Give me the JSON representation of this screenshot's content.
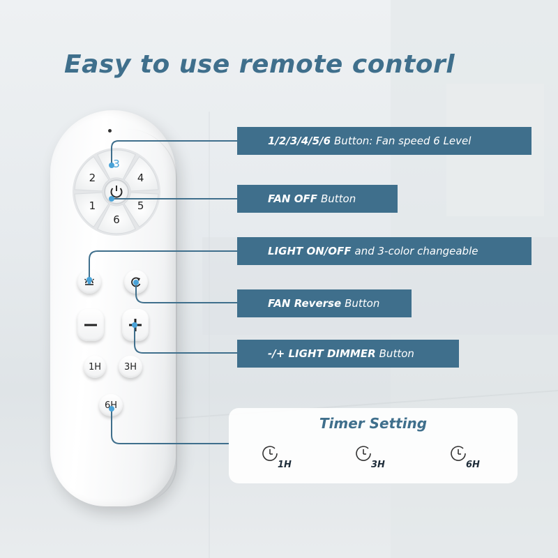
{
  "title": "Easy to use remote contorl",
  "dial": {
    "labels": [
      "3",
      "4",
      "5",
      "6",
      "1",
      "2"
    ],
    "active_label": "3",
    "power_icon": "power-icon"
  },
  "buttons": {
    "light": {
      "icon": "light-icon"
    },
    "reverse": {
      "icon": "reverse-arrow-icon"
    },
    "minus": {
      "icon": "minus-icon"
    },
    "plus": {
      "icon": "plus-icon"
    },
    "timer_1h": "1H",
    "timer_3h": "3H",
    "timer_6h": "6H"
  },
  "callouts": [
    {
      "bold": "1/2/3/4/5/6",
      "text": "Button: Fan speed 6 Level"
    },
    {
      "bold": "FAN OFF",
      "text": "Button"
    },
    {
      "bold": "LIGHT ON/OFF",
      "text": "and 3-color changeable"
    },
    {
      "bold": "FAN Reverse",
      "text": "Button"
    },
    {
      "bold": "-/+ LIGHT DIMMER",
      "text": "Button"
    }
  ],
  "timer_setting": {
    "title": "Timer Setting",
    "items": [
      {
        "label": "1H",
        "icon": "clock-icon"
      },
      {
        "label": "3H",
        "icon": "clock-icon"
      },
      {
        "label": "6H",
        "icon": "clock-icon"
      }
    ]
  },
  "colors": {
    "accent": "#3f6f8c",
    "highlight": "#4aa3d8"
  }
}
